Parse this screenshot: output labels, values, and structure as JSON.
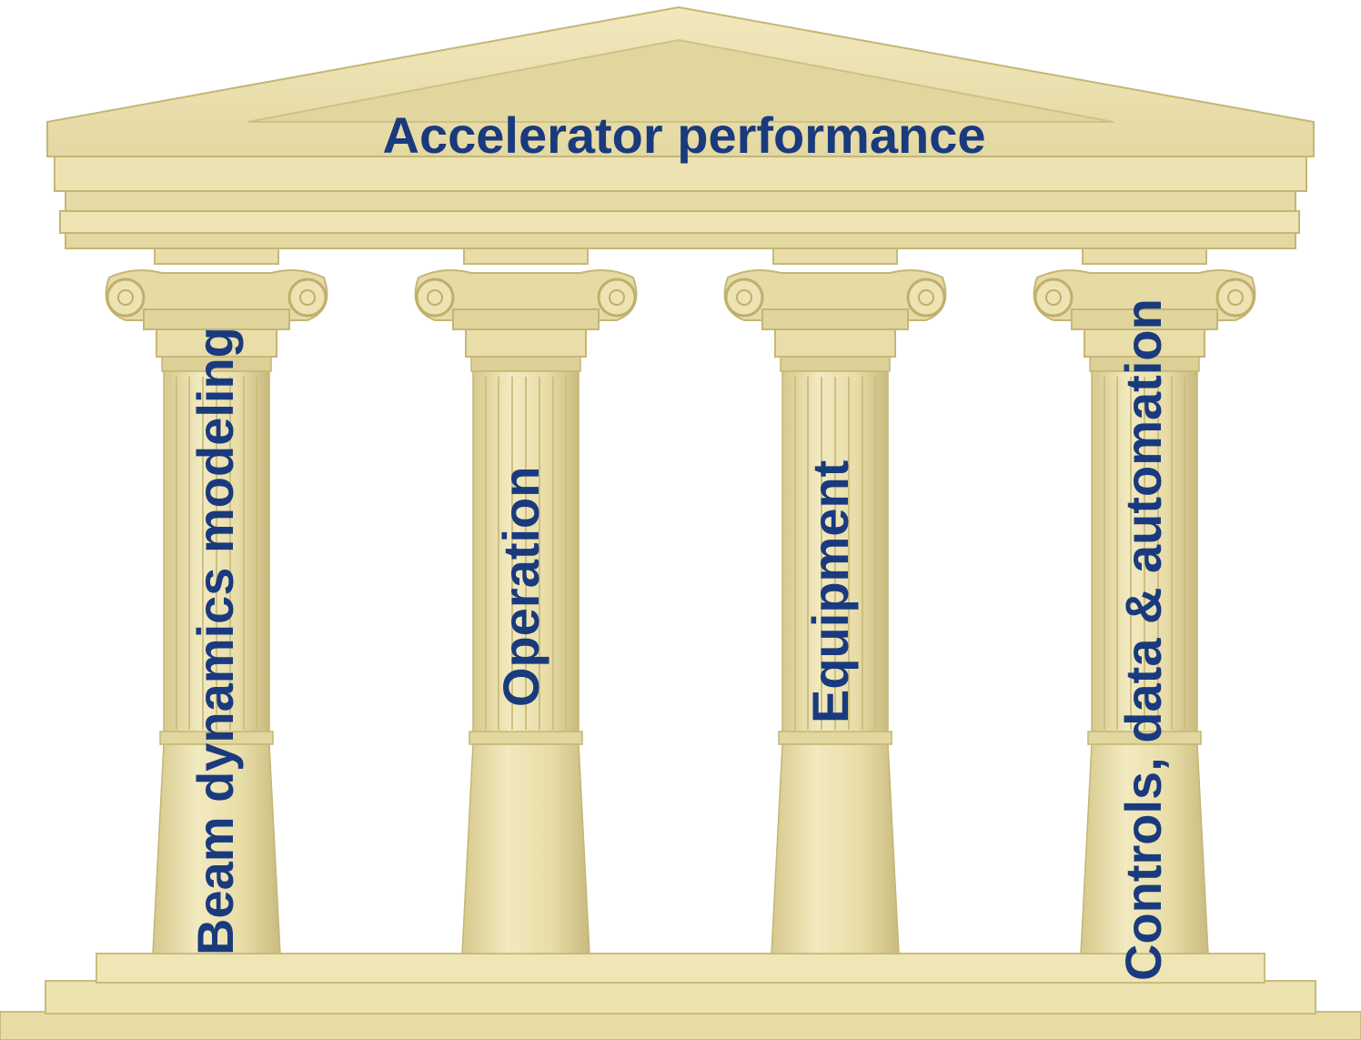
{
  "roof": {
    "label": "Accelerator performance"
  },
  "pillars": [
    {
      "label": "Beam dynamics modeling"
    },
    {
      "label": "Operation"
    },
    {
      "label": "Equipment"
    },
    {
      "label": "Controls, data & automation"
    }
  ],
  "colors": {
    "stone": "#EEE4B2",
    "stone_shade": "#D8CB8E",
    "stone_dark": "#B9AB6E",
    "stone_light": "#F6F0CF",
    "text": "#1A3A7E"
  }
}
